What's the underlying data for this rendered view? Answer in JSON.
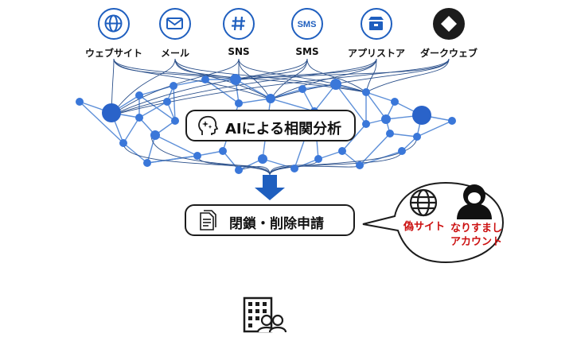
{
  "sources": [
    {
      "label": "ウェブサイト",
      "icon": "globe-icon"
    },
    {
      "label": "メール",
      "icon": "mail-icon"
    },
    {
      "label": "SNS",
      "icon": "hashtag-icon"
    },
    {
      "label": "SMS",
      "icon": "sms-icon"
    },
    {
      "label": "アプリストア",
      "icon": "app-store-icon"
    },
    {
      "label": "ダークウェブ",
      "icon": "dark-web-icon"
    }
  ],
  "sms_icon_text": "SMS",
  "ai_box": {
    "label": "AIによる相関分析",
    "icon": "ai-head-icon"
  },
  "action_box": {
    "label": "閉鎖・削除申請",
    "icon": "document-icon"
  },
  "threats": {
    "fake_site": "偽サイト",
    "impersonation_line1": "なりすまし",
    "impersonation_line2": "アカウント"
  },
  "colors": {
    "blue": "#1f5fbf",
    "node": "#2e6fd6",
    "dark": "#1c1c1c",
    "red": "#cc1010"
  }
}
